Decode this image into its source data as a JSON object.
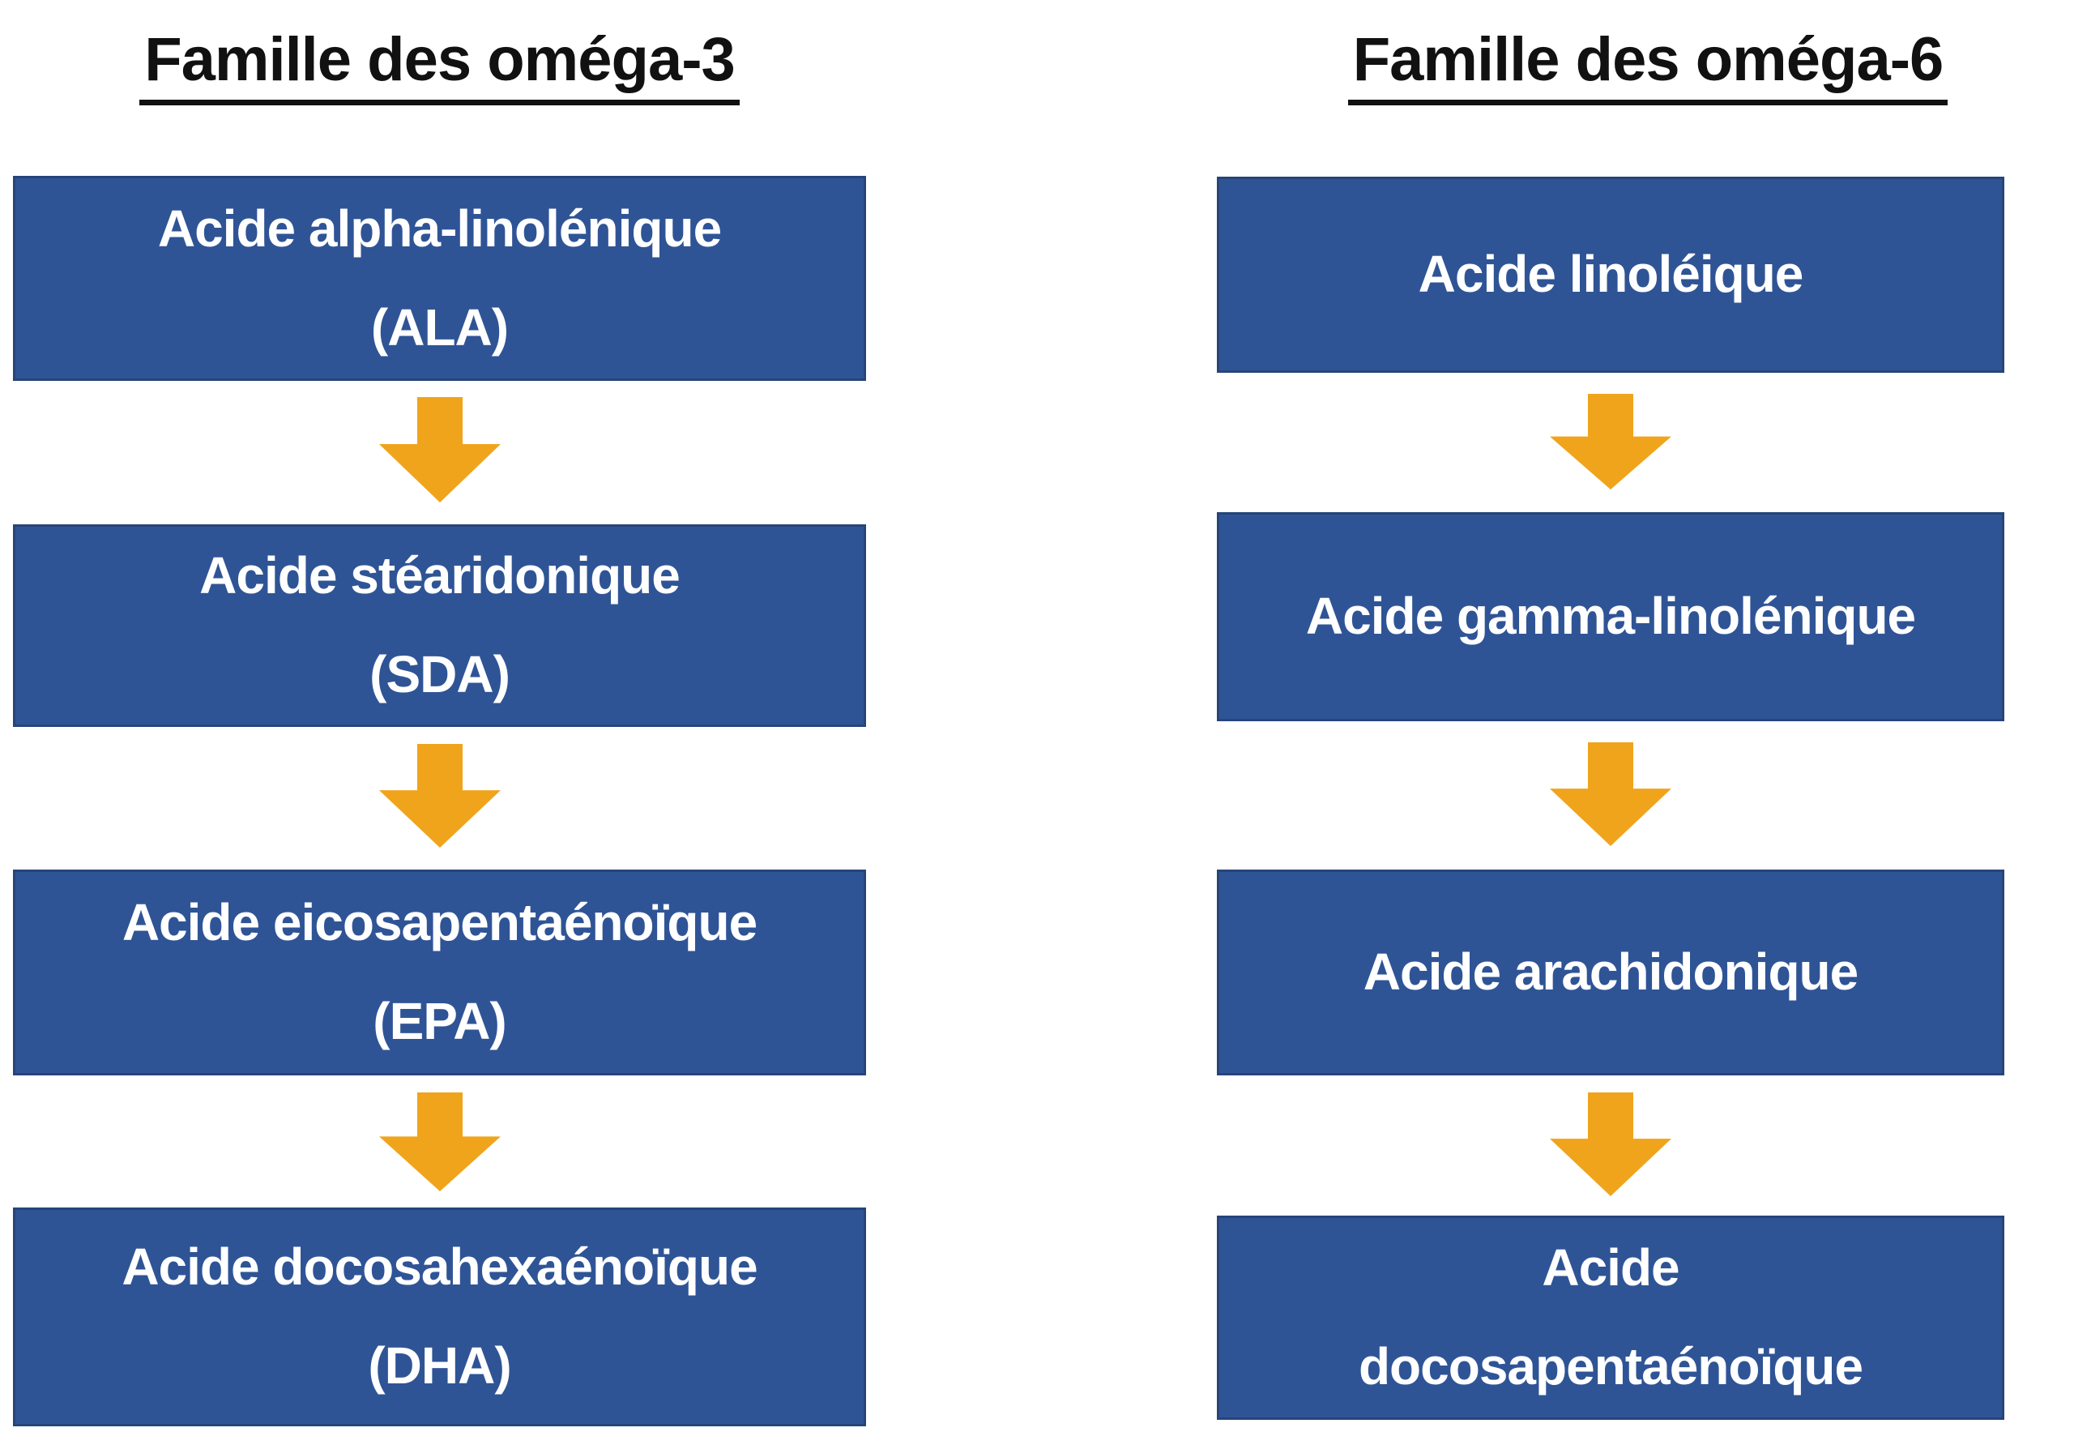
{
  "colors": {
    "background": "#FFFFFF",
    "box_fill": "#2F5496",
    "box_border": "#264579",
    "box_text": "#FFFFFF",
    "arrow": "#F0A41C",
    "title_text": "#111111"
  },
  "columns": [
    {
      "title": "Famille des oméga-3",
      "boxes": [
        {
          "line1": "Acide alpha-linolénique",
          "line2": "(ALA)"
        },
        {
          "line1": "Acide stéaridonique",
          "line2": "(SDA)"
        },
        {
          "line1": "Acide eicosapentaénoïque",
          "line2": "(EPA)"
        },
        {
          "line1": "Acide docosahexaénoïque",
          "line2": "(DHA)"
        }
      ]
    },
    {
      "title": "Famille des oméga-6",
      "boxes": [
        {
          "line1": "Acide linoléique",
          "line2": ""
        },
        {
          "line1": "Acide gamma-linolénique",
          "line2": ""
        },
        {
          "line1": "Acide arachidonique",
          "line2": ""
        },
        {
          "line1": "Acide",
          "line2": "docosapentaénoïque"
        }
      ]
    }
  ]
}
